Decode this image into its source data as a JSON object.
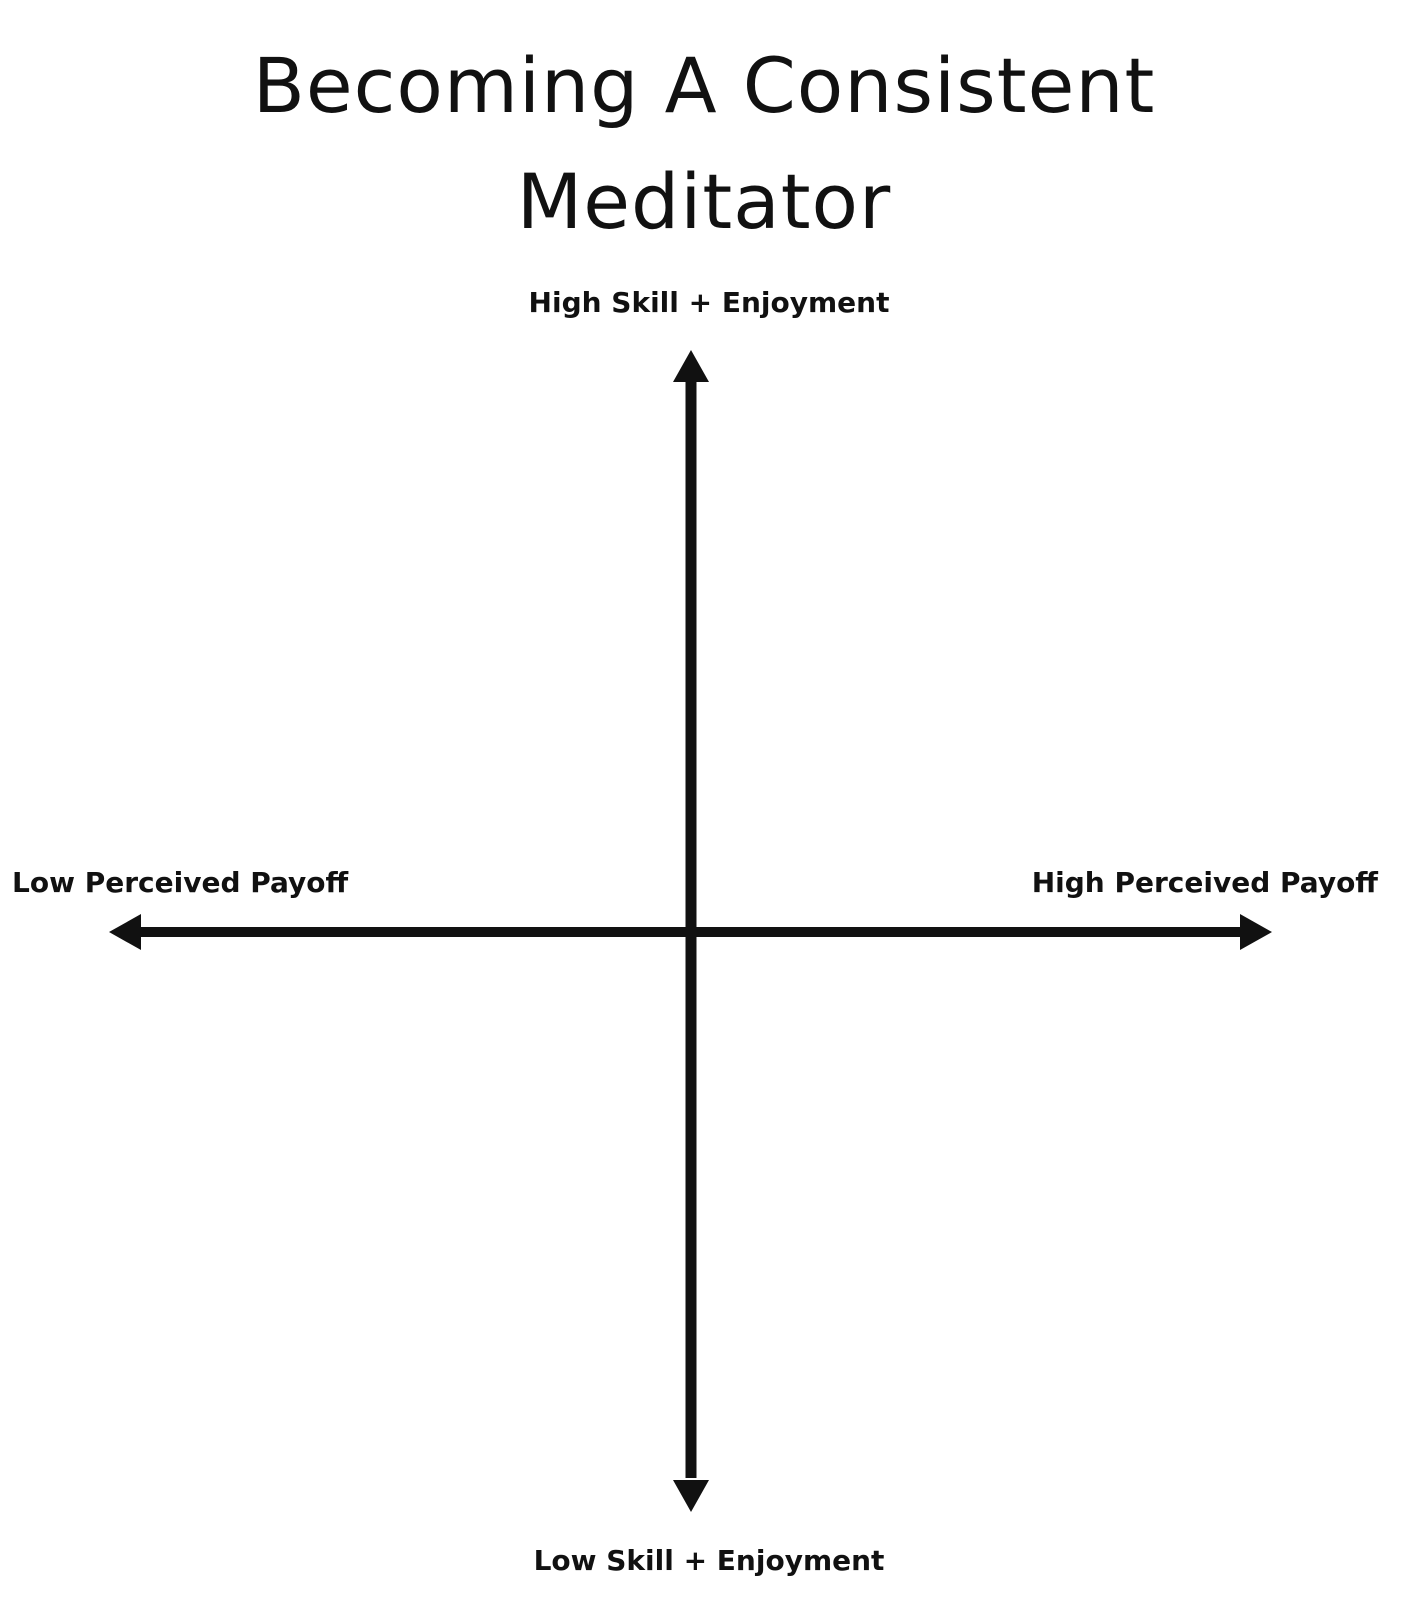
{
  "title": {
    "line1": "Becoming A Consistent",
    "line2": "Meditator"
  },
  "axes": {
    "top_label": "High Skill + Enjoyment",
    "bottom_label": "Low Skill + Enjoyment",
    "left_label": "Low Perceived Payoff",
    "right_label": "High Perceived Payoff"
  },
  "colors": {
    "axis": "#111111",
    "background": "#ffffff"
  }
}
